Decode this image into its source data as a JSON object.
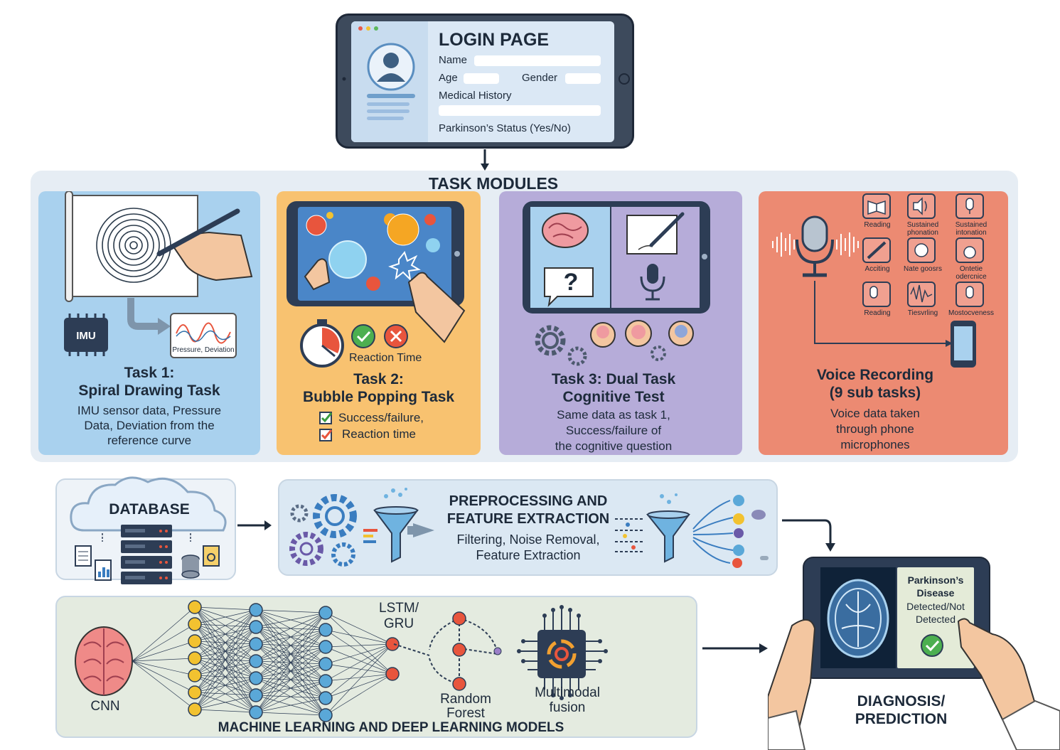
{
  "login": {
    "title": "LOGIN PAGE",
    "name_label": "Name",
    "age_label": "Age",
    "gender_label": "Gender",
    "history_label": "Medical History",
    "status_label": "Parkinson’s Status (Yes/No)"
  },
  "task_modules": {
    "title": "TASK MODULES",
    "task1": {
      "title_line1": "Task 1:",
      "title_line2": "Spiral Drawing Task",
      "desc_line1": "IMU sensor data, Pressure",
      "desc_line2": "Data, Deviation from the",
      "desc_line3": "reference curve",
      "imu_label": "IMU",
      "chart_label": "Pressure, Deviation"
    },
    "task2": {
      "title_line1": "Task 2:",
      "title_line2": "Bubble Popping Task",
      "reaction_label": "Reaction Time",
      "check1": "Success/failure,",
      "check2": "Reaction time"
    },
    "task3": {
      "title_line1": "Task 3: Dual Task",
      "title_line2": "Cognitive Test",
      "desc_line1": "Same data as task 1,",
      "desc_line2": "Success/failure of",
      "desc_line3": "the cognitive question",
      "question_mark": "?"
    },
    "task4": {
      "title_line1": "Voice Recording",
      "title_line2": "(9 sub tasks)",
      "desc_line1": "Voice data taken",
      "desc_line2": "through phone",
      "desc_line3": "microphones",
      "subtasks": [
        {
          "label": "Reading",
          "icon": "book-icon"
        },
        {
          "label": "Sustained phonation",
          "icon": "speaker-icon"
        },
        {
          "label": "Sustained intonation",
          "icon": "microphone-icon"
        },
        {
          "label": "Acciting",
          "icon": "pencil-icon"
        },
        {
          "label": "Nate goosrs",
          "icon": "speech-person-icon"
        },
        {
          "label": "Ontetie odercnice",
          "icon": "person-speech-icon"
        },
        {
          "label": "Reading",
          "icon": "microphone-icon"
        },
        {
          "label": "Tiesvrling",
          "icon": "waveform-icon"
        },
        {
          "label": "Mostocveness",
          "icon": "microphone-icon"
        }
      ]
    }
  },
  "database": {
    "label": "DATABASE"
  },
  "preprocessing": {
    "title_line1": "PREPROCESSING AND",
    "title_line2": "FEATURE EXTRACTION",
    "desc_line1": "Filtering, Noise Removal,",
    "desc_line2": "Feature Extraction"
  },
  "ml": {
    "title": "MACHINE LEARNING AND DEEP LEARNING MODELS",
    "cnn": "CNN",
    "lstm_line1": "LSTM/",
    "lstm_line2": "GRU",
    "rf_line1": "Random",
    "rf_line2": "Forest",
    "mm_line1": "Multimodal",
    "mm_line2": "fusion"
  },
  "diagnosis": {
    "screen_line1": "Parkinson’s",
    "screen_line2": "Disease",
    "screen_line3": "Detected/Not",
    "screen_line4": "Detected",
    "label_line1": "DIAGNOSIS/",
    "label_line2": "PREDICTION"
  },
  "colors": {
    "task1_bg": "#a9d1ee",
    "task2_bg": "#f8c270",
    "task3_bg": "#b6acd9",
    "task4_bg": "#ec8a72",
    "panel_bg": "#e6edf4",
    "dark": "#1d2a3a",
    "node_yellow": "#f2c230",
    "node_blue": "#5aa8d8",
    "node_red": "#e8553d"
  }
}
